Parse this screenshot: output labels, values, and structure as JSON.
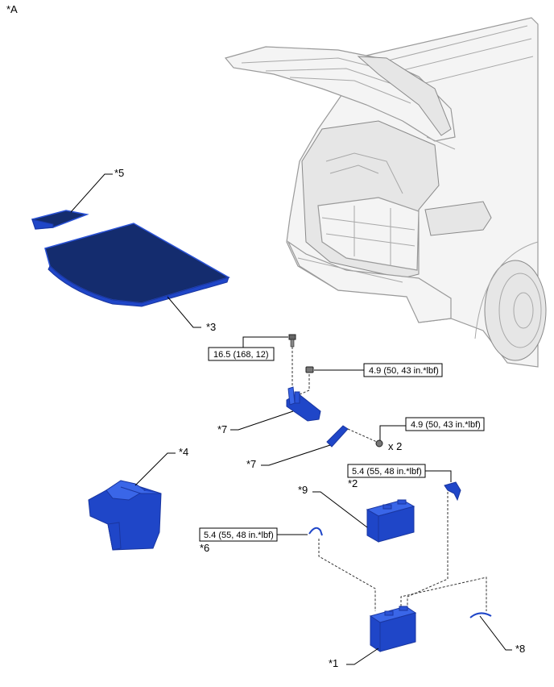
{
  "figure_label": "*A",
  "callouts": {
    "c1": "*1",
    "c2": "*2",
    "c3": "*3",
    "c4": "*4",
    "c5": "*5",
    "c6": "*6",
    "c7a": "*7",
    "c7b": "*7",
    "c8": "*8",
    "c9": "*9"
  },
  "torques": {
    "t1": "16.5 (168, 12)",
    "t2": "4.9 (50, 43 in.*lbf)",
    "t3": "4.9 (50, 43 in.*lbf)",
    "t4": "5.4 (55, 48 in.*lbf)",
    "t5": "5.4 (55, 48 in.*lbf)"
  },
  "quantity_note": "x 2",
  "colors": {
    "part_dark": "#142c6e",
    "part_blue": "#1f46c8",
    "vehicle": "#f4f4f4"
  }
}
